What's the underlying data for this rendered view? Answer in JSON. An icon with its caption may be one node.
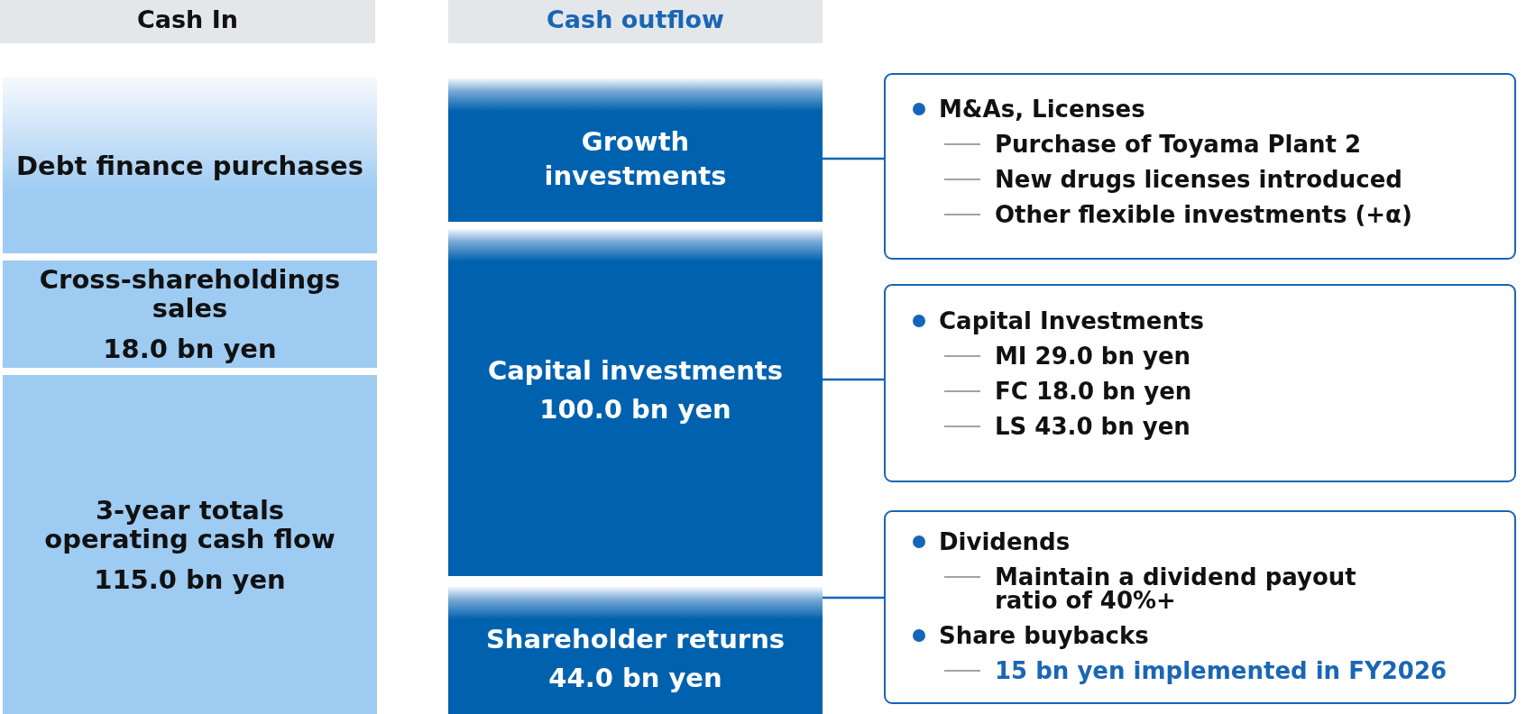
{
  "diagram": {
    "nodes": [
      {
        "text": [
          "Cash In"
        ]
      },
      {
        "text": [
          "Cash outflow"
        ]
      },
      {
        "text": [
          "Debt finance purchases"
        ]
      },
      {
        "text": [
          "Cross-shareholdings sales",
          "18.0 bn yen"
        ]
      },
      {
        "text": [
          "3-year totals operating cash flow",
          "115.0 bn yen"
        ]
      },
      {
        "text": [
          "Growth investments"
        ]
      },
      {
        "text": [
          "Capital investments",
          "100.0 bn yen"
        ]
      },
      {
        "text": [
          "Shareholder returns",
          "44.0 bn yen"
        ]
      },
      {
        "text": [
          "M&As, Licenses",
          "Purchase of Toyama Plant 2",
          "New drugs licenses introduced",
          "Other flexible investments (+α)"
        ]
      },
      {
        "text": [
          "Capital Investments",
          "MI 29.0 bn yen",
          "FC 18.0 bn yen",
          "LS 43.0 bn yen"
        ]
      },
      {
        "text": [
          "Dividends",
          "Maintain a dividend payout ratio of 40%+",
          "Share buybacks",
          "15 bn yen implemented in FY2026"
        ]
      }
    ],
    "edges": [
      {
        "from": 5,
        "to": 8,
        "arrow": "none"
      },
      {
        "from": 6,
        "to": 9,
        "arrow": "none"
      },
      {
        "from": 7,
        "to": 10,
        "arrow": "none"
      }
    ]
  }
}
